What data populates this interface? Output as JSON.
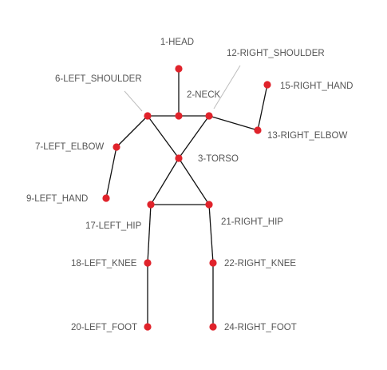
{
  "colors": {
    "bone": "#111111",
    "joint": "#e0232b",
    "label": "#555555",
    "leader": "#bdbdbd"
  },
  "joints": [
    {
      "id": "head",
      "label": "1-HEAD"
    },
    {
      "id": "neck",
      "label": "2-NECK"
    },
    {
      "id": "torso",
      "label": "3-TORSO"
    },
    {
      "id": "left_shoulder",
      "label": "6-LEFT_SHOULDER"
    },
    {
      "id": "left_elbow",
      "label": "7-LEFT_ELBOW"
    },
    {
      "id": "left_hand",
      "label": "9-LEFT_HAND"
    },
    {
      "id": "right_shoulder",
      "label": "12-RIGHT_SHOULDER"
    },
    {
      "id": "right_elbow",
      "label": "13-RIGHT_ELBOW"
    },
    {
      "id": "right_hand",
      "label": "15-RIGHT_HAND"
    },
    {
      "id": "left_hip",
      "label": "17-LEFT_HIP"
    },
    {
      "id": "left_knee",
      "label": "18-LEFT_KNEE"
    },
    {
      "id": "left_foot",
      "label": "20-LEFT_FOOT"
    },
    {
      "id": "right_hip",
      "label": "21-RIGHT_HIP"
    },
    {
      "id": "right_knee",
      "label": "22-RIGHT_KNEE"
    },
    {
      "id": "right_foot",
      "label": "24-RIGHT_FOOT"
    }
  ],
  "bones": [
    [
      "head",
      "neck"
    ],
    [
      "left_shoulder",
      "neck"
    ],
    [
      "neck",
      "right_shoulder"
    ],
    [
      "left_shoulder",
      "left_elbow"
    ],
    [
      "left_elbow",
      "left_hand"
    ],
    [
      "right_shoulder",
      "right_elbow"
    ],
    [
      "right_elbow",
      "right_hand"
    ],
    [
      "left_shoulder",
      "torso"
    ],
    [
      "right_shoulder",
      "torso"
    ],
    [
      "torso",
      "left_hip"
    ],
    [
      "torso",
      "right_hip"
    ],
    [
      "left_hip",
      "right_hip"
    ],
    [
      "left_hip",
      "left_knee"
    ],
    [
      "left_knee",
      "left_foot"
    ],
    [
      "right_hip",
      "right_knee"
    ],
    [
      "right_knee",
      "right_foot"
    ]
  ]
}
